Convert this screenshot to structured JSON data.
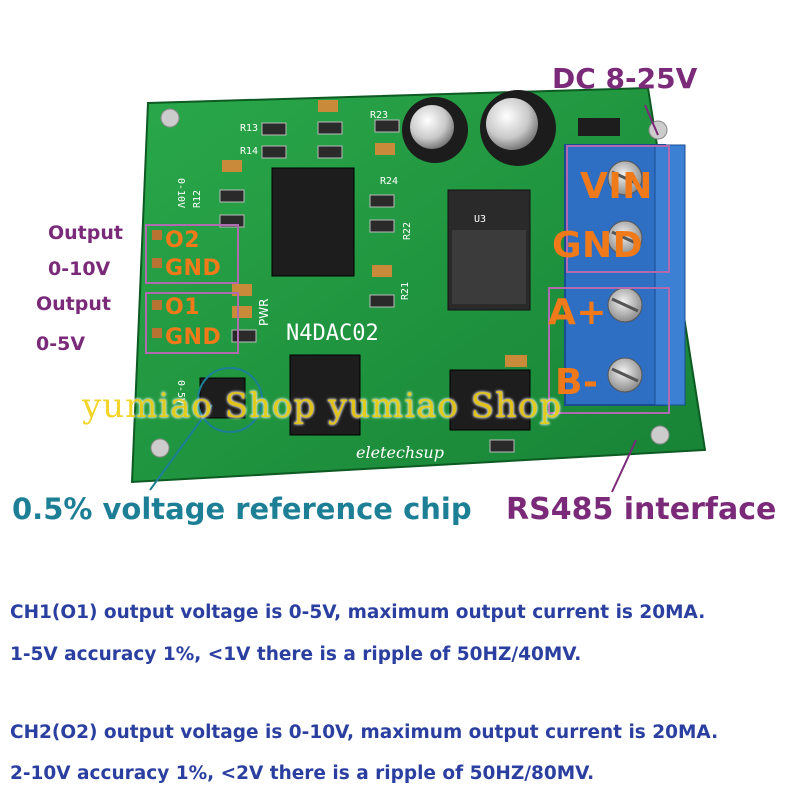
{
  "labels": {
    "power": "DC 8-25V",
    "vin": "VIN",
    "gnd_power": "GND",
    "a_plus": "A+",
    "b_minus": "B-",
    "o2": "O2",
    "o2_gnd": "GND",
    "o1": "O1",
    "o1_gnd": "GND",
    "output_2_title": "Output",
    "output_2_range": "0-10V",
    "output_1_title": "Output",
    "output_1_range": "0-5V",
    "reference_chip": "0.5% voltage reference chip",
    "rs485": "RS485 interface"
  },
  "board": {
    "model": "N4DAC02",
    "brand": "eletechsup",
    "pwr": "PWR",
    "silk_r13": "R13",
    "silk_r14": "R14",
    "silk_r12": "R12",
    "silk_r23": "R23",
    "silk_r24": "R24",
    "silk_r22": "R22",
    "silk_r21": "R21",
    "silk_u3": "U3",
    "silk_010v": "0-10V",
    "silk_05v": "0-5V"
  },
  "watermark": "yumiao Shop yumiao Shop",
  "specs": {
    "ch1_line1": "CH1(O1) output voltage is 0-5V, maximum output current is 20MA.",
    "ch1_line2": "1-5V accuracy 1%, <1V there is a ripple of 50HZ/40MV.",
    "ch2_line1": "CH2(O2) output voltage is 0-10V, maximum output current is 20MA.",
    "ch2_line2": "2-10V accuracy 1%, <2V there is a ripple of 50HZ/80MV."
  },
  "colors": {
    "pcb": "#1f9a3c",
    "terminal": "#2e6fc4",
    "callout_purple": "#7a2a78",
    "label_orange": "#f07a1a",
    "text_blue": "#2a3fa0",
    "teal": "#1d7f96",
    "watermark": "#f2d11a"
  }
}
